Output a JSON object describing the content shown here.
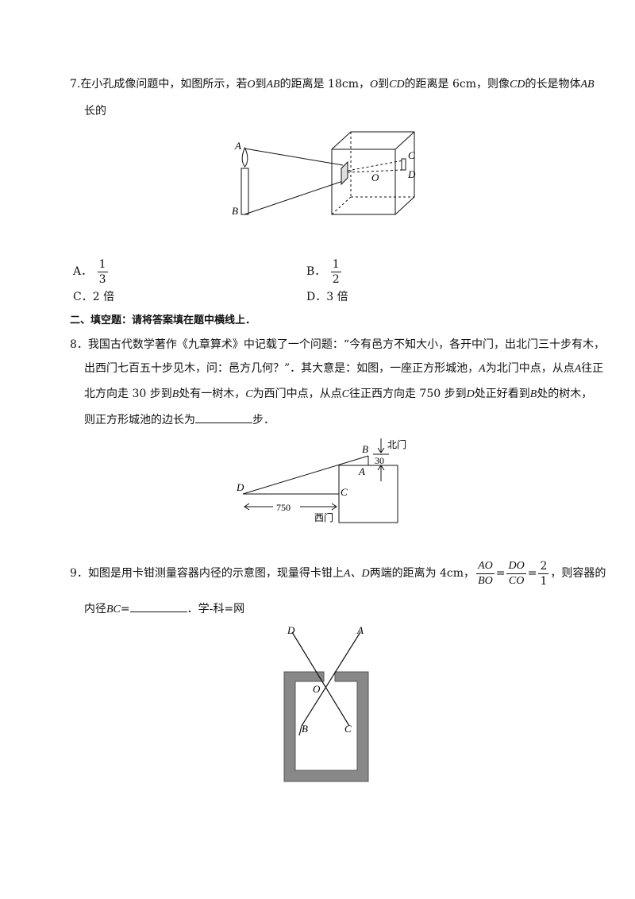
{
  "q7": {
    "num": "7.",
    "line1_a": "在小孔成像问题中，如图所示，若",
    "O": "O",
    "to": "到",
    "AB": "AB",
    "dist_is_18": "的距离是 18cm，",
    "CD": "CD",
    "dist_is_6": "的距离是 6cm，则像",
    "len_is_obj": "的长是物体",
    "line2": "长的",
    "figure_labels": {
      "A": "A",
      "B": "B",
      "C": "C",
      "D": "D",
      "O": "O"
    },
    "options": {
      "A_label": "A．",
      "A_num": "1",
      "A_den": "3",
      "B_label": "B．",
      "B_num": "1",
      "B_den": "2",
      "C": "C．2 倍",
      "D": "D．3 倍"
    }
  },
  "section2": {
    "title": "二、填空题：请将答案填在题中横线上．"
  },
  "q8": {
    "line1": "8．我国古代数学著作《九章算术》中记载了一个问题：“今有邑方不知大小，各开中门，出北门三十步有木，",
    "line2": "出西门七百五十步见木，问：邑方几何？”．其大意是：如图，一座正方形城池，",
    "A": "A",
    "line2_b": "为北门中点，从点",
    "line2_c": "往正",
    "line3_a": "北方向走 30 步到",
    "B": "B",
    "line3_b": "处有一树木，",
    "C": "C",
    "line3_c": "为西门中点，从点",
    "line3_d": "往正西方向走 750 步到",
    "D": "D",
    "line3_e": "处正好看到",
    "line3_f": "处的树木，",
    "line4_a": "则正方形城池的边长为",
    "line4_b": "步．",
    "figure": {
      "north_gate": "北门",
      "west_gate": "西门",
      "n30": "30",
      "n750": "750",
      "A": "A",
      "B": "B",
      "C": "C",
      "D": "D"
    }
  },
  "q9": {
    "line1_a": "9．如图是用卡钳测量容器内径的示意图，现量得卡钳上",
    "AD": "A、D",
    "line1_b": "两端的距离为 4cm，",
    "frac1_num": "AO",
    "frac1_den": "BO",
    "frac2_num": "DO",
    "frac2_den": "CO",
    "eq": "=",
    "frac3_num": "2",
    "frac3_den": "1",
    "line1_c": "，则容器的",
    "line2_a": "内径",
    "BC": "BC",
    "line2_eq": "=",
    "line2_b": "．学-科=网",
    "figure": {
      "A": "A",
      "B": "B",
      "C": "C",
      "D": "D",
      "O": "O"
    }
  }
}
